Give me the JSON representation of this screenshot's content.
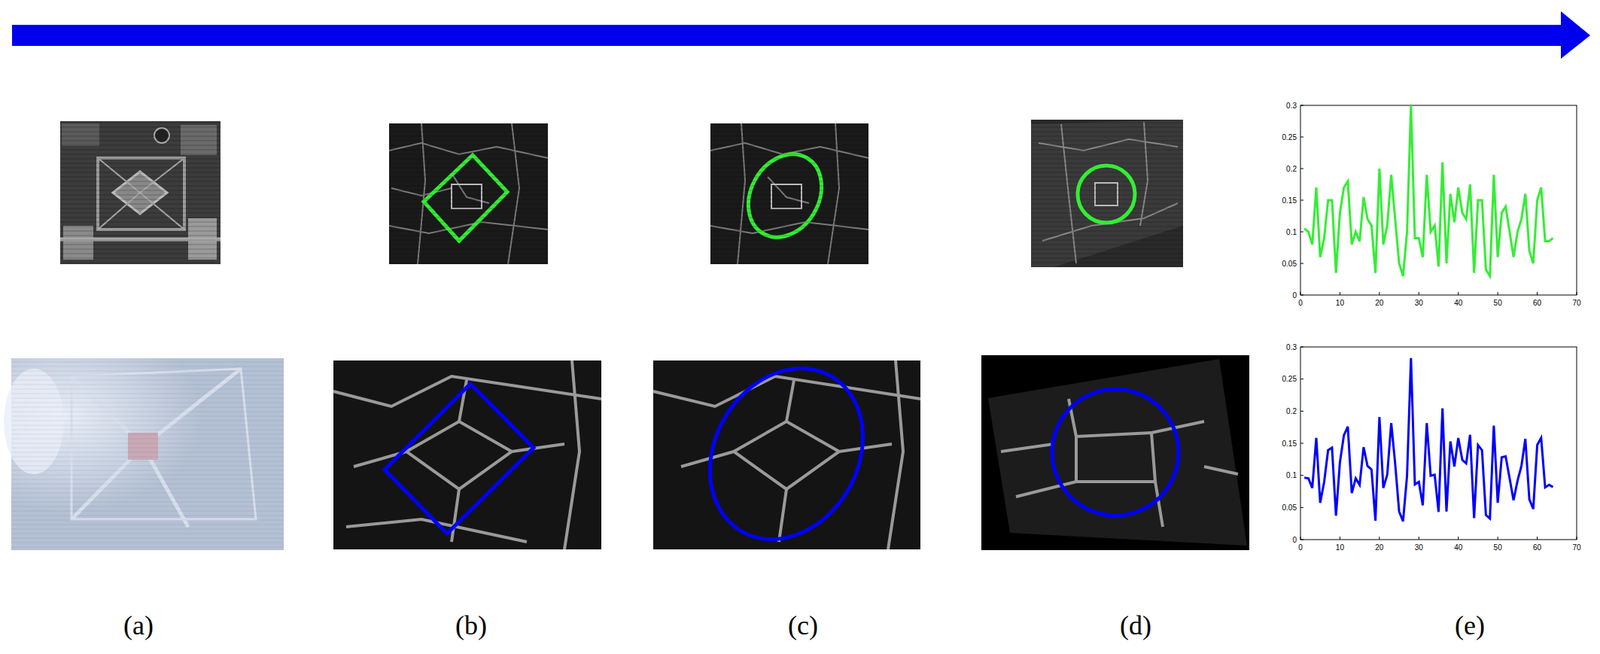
{
  "diagram": {
    "labels": [
      "(a)",
      "(b)",
      "(c)",
      "(d)",
      "(e)",
      "0",
      "0.05",
      "0.1",
      "0.15",
      "0.2",
      "0.25",
      "0.3",
      "0",
      "10",
      "20",
      "30",
      "40",
      "50",
      "60",
      "70",
      "0",
      "0.05",
      "0.1",
      "0.15",
      "0.2",
      "0.25",
      "0.3",
      "0",
      "10",
      "20",
      "30",
      "40",
      "50",
      "60",
      "70"
    ]
  }
}
